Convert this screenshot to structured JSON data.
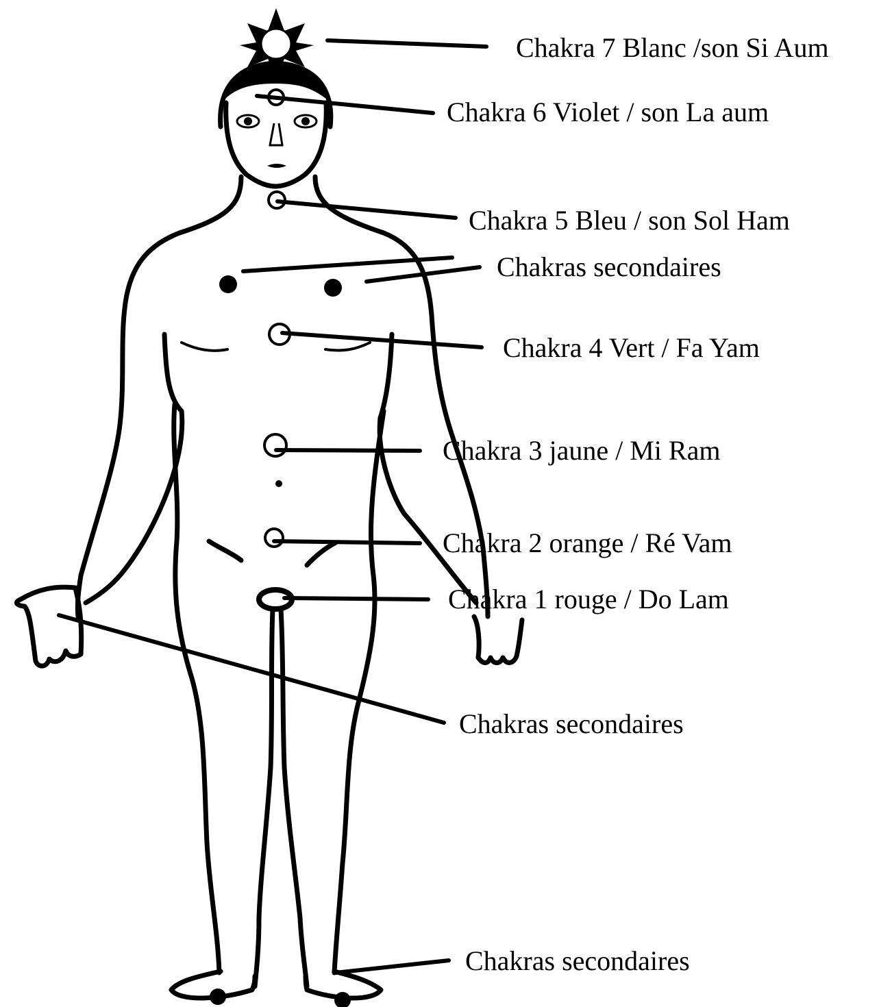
{
  "labels": {
    "chakra7": "Chakra 7 Blanc /son Si Aum",
    "chakra6": "Chakra 6 Violet / son La aum",
    "chakra5": "Chakra 5 Bleu / son Sol Ham",
    "secondary_chest": "Chakras secondaires",
    "chakra4": "Chakra 4 Vert / Fa Yam",
    "chakra3": "Chakra 3 jaune / Mi Ram",
    "chakra2": "Chakra 2 orange / Ré Vam",
    "chakra1": "Chakra 1 rouge / Do Lam",
    "secondary_hands": "Chakras secondaires",
    "secondary_feet": "Chakras secondaires"
  },
  "colors": {
    "ink": "#000000",
    "background": "#ffffff"
  }
}
